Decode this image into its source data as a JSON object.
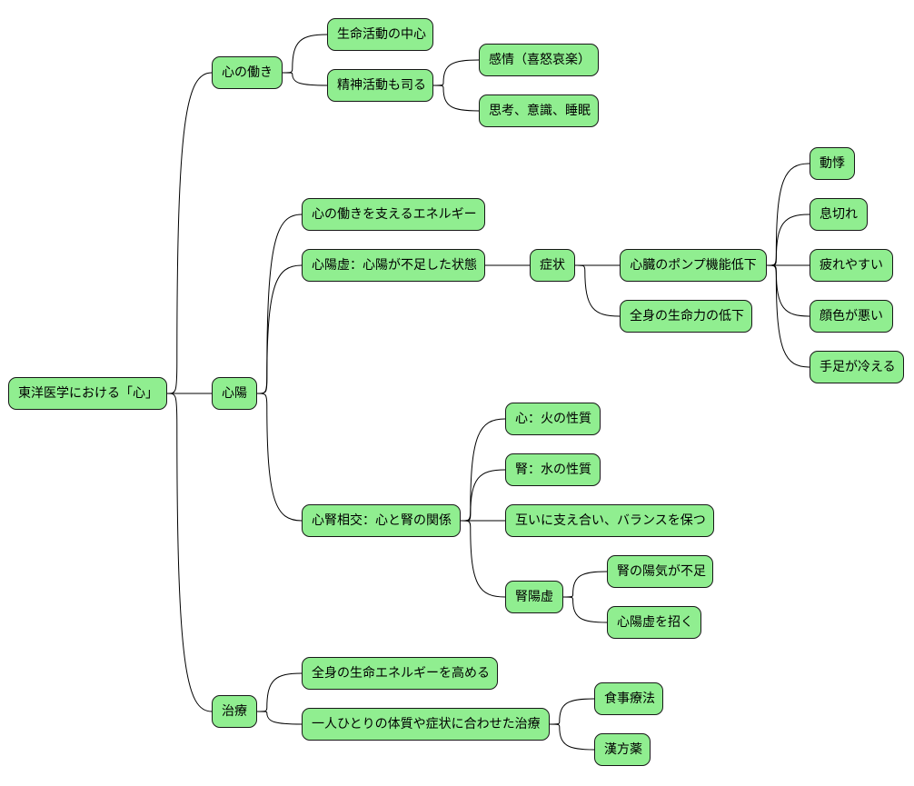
{
  "node_color": "#90ee90",
  "border_color": "#181818",
  "line_color": "#000000",
  "nodes": {
    "root": "東洋医学における「心」",
    "kokoro_hataraki": "心の働き",
    "seimei_chushin": "生命活動の中心",
    "seishin": "精神活動も司る",
    "kanjo": "感情（喜怒哀楽）",
    "shiko": "思考、意識、睡眠",
    "shinyo": "心陽",
    "sasaeru_energy": "心の働きを支えるエネルギー",
    "shinyoukyo_def": "心陽虚：心陽が不足した状態",
    "shojo": "症状",
    "pump": "心臓のポンプ機能低下",
    "doki": "動悸",
    "ikigire": "息切れ",
    "tsukare": "疲れやすい",
    "kaoiro": "顔色が悪い",
    "teashi": "手足が冷える",
    "zenshin_teika": "全身の生命力の低下",
    "shinjin": "心腎相交：心と腎の関係",
    "hi": "心：火の性質",
    "mizu": "腎：水の性質",
    "tagai": "互いに支え合い、バランスを保つ",
    "jinyoukyo": "腎陽虚",
    "jin_yoki": "腎の陽気が不足",
    "maneku": "心陽虚を招く",
    "chiryo": "治療",
    "takameru": "全身の生命エネルギーを高める",
    "hitori": "一人ひとりの体質や症状に合わせた治療",
    "shokuji": "食事療法",
    "kampo": "漢方薬"
  },
  "edges": [
    [
      "root",
      "kokoro_hataraki"
    ],
    [
      "root",
      "shinyo"
    ],
    [
      "root",
      "chiryo"
    ],
    [
      "kokoro_hataraki",
      "seimei_chushin"
    ],
    [
      "kokoro_hataraki",
      "seishin"
    ],
    [
      "seishin",
      "kanjo"
    ],
    [
      "seishin",
      "shiko"
    ],
    [
      "shinyo",
      "sasaeru_energy"
    ],
    [
      "shinyo",
      "shinyoukyo_def"
    ],
    [
      "shinyo",
      "shinjin"
    ],
    [
      "shinyoukyo_def",
      "shojo"
    ],
    [
      "shojo",
      "pump"
    ],
    [
      "shojo",
      "zenshin_teika"
    ],
    [
      "pump",
      "doki"
    ],
    [
      "pump",
      "ikigire"
    ],
    [
      "pump",
      "tsukare"
    ],
    [
      "pump",
      "kaoiro"
    ],
    [
      "pump",
      "teashi"
    ],
    [
      "shinjin",
      "hi"
    ],
    [
      "shinjin",
      "mizu"
    ],
    [
      "shinjin",
      "tagai"
    ],
    [
      "shinjin",
      "jinyoukyo"
    ],
    [
      "jinyoukyo",
      "jin_yoki"
    ],
    [
      "jinyoukyo",
      "maneku"
    ],
    [
      "chiryo",
      "takameru"
    ],
    [
      "chiryo",
      "hitori"
    ],
    [
      "hitori",
      "shokuji"
    ],
    [
      "hitori",
      "kampo"
    ]
  ]
}
